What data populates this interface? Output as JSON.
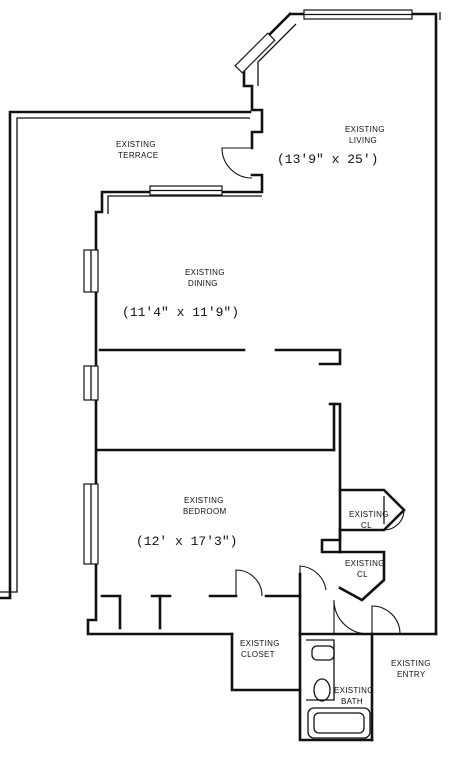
{
  "rooms": {
    "terrace": {
      "line1": "EXISTING",
      "line2": "TERRACE"
    },
    "living": {
      "line1": "EXISTING",
      "line2": "LIVING",
      "dimensions": "(13'9\" x 25')"
    },
    "dining": {
      "line1": "EXISTING",
      "line2": "DINING",
      "dimensions": "(11'4\" x 11'9\")"
    },
    "bedroom": {
      "line1": "EXISTING",
      "line2": "BEDROOM",
      "dimensions": "(12' x 17'3\")"
    },
    "closet_a": {
      "line1": "EXISTING",
      "line2": "CL"
    },
    "closet_b": {
      "line1": "EXISTING",
      "line2": "CL"
    },
    "closet_main": {
      "line1": "EXISTING",
      "line2": "CLOSET"
    },
    "bath": {
      "line1": "EXISTING",
      "line2": "BATH"
    },
    "entry": {
      "line1": "EXISTING",
      "line2": "ENTRY"
    }
  }
}
